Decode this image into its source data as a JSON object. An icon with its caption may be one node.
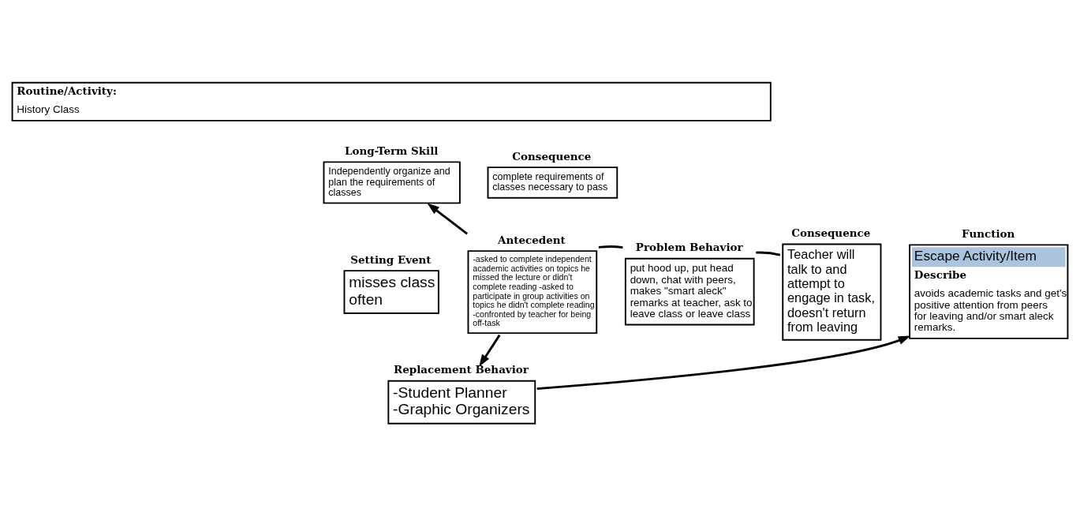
{
  "diagram": {
    "nodes": [
      {
        "text": [
          "Routine/Activity:",
          "History Class"
        ]
      },
      {
        "text": [
          "Long-Term Skill",
          "Independently organize and plan the requirements of classes"
        ]
      },
      {
        "text": [
          "Consequence",
          "complete requirements of classes necessary to pass"
        ]
      },
      {
        "text": [
          "Setting Event",
          "misses class often"
        ]
      },
      {
        "text": [
          "Antecedent",
          "-asked to complete independent academic activities on topics he missed the lecture or didn't complete reading -asked to participate in group activities on topics he didn't complete reading -confronted by teacher for being off-task"
        ]
      },
      {
        "text": [
          "Problem Behavior",
          "put hood up, put head down, chat with peers, makes \"smart aleck\" remarks at teacher, ask to leave class or leave class"
        ]
      },
      {
        "text": [
          "Consequence",
          "Teacher will talk to and attempt to engage in task, doesn't return from leaving"
        ]
      },
      {
        "text": [
          "Function",
          "Escape Activity/Item",
          "Describe",
          "avoids academic tasks and get's positive attention from peers for leaving and/or smart aleck remarks."
        ]
      },
      {
        "text": [
          "Replacement Behavior",
          "-Student Planner -Graphic Organizers"
        ]
      }
    ],
    "edges": [
      {
        "from": 4,
        "to": 1,
        "arrow": "to"
      },
      {
        "from": 4,
        "to": 5,
        "arrow": "none"
      },
      {
        "from": 5,
        "to": 6,
        "arrow": "none"
      },
      {
        "from": 4,
        "to": 8,
        "arrow": "to"
      },
      {
        "from": 8,
        "to": 7,
        "arrow": "to"
      }
    ]
  }
}
